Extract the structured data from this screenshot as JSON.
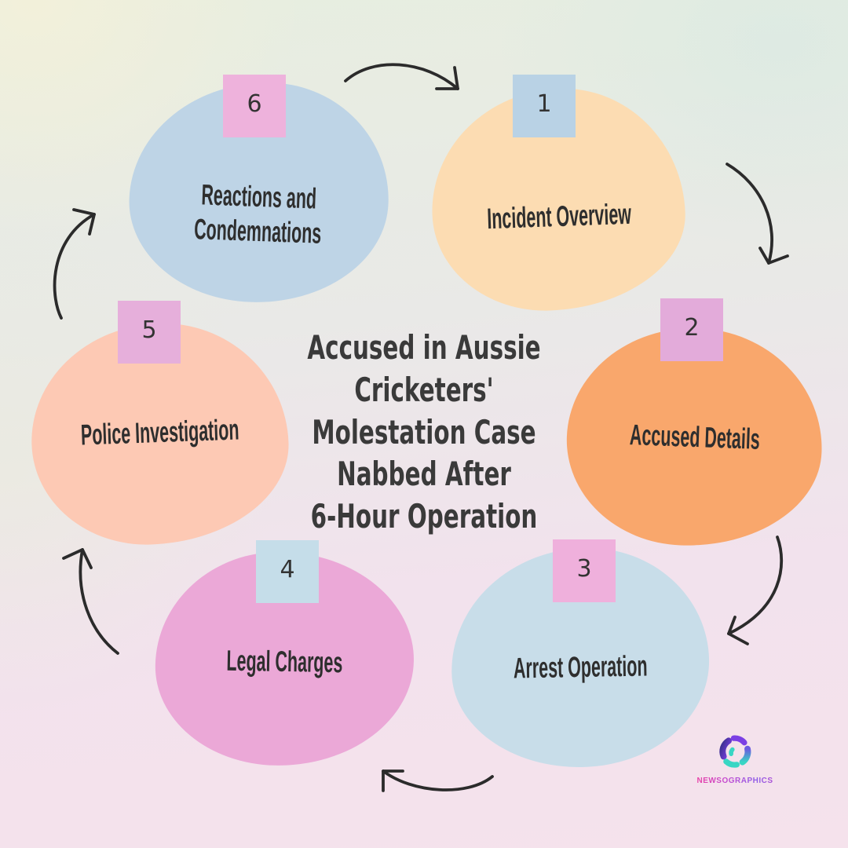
{
  "title": {
    "text": "Accused in Aussie\nCricketers'\nMolestation Case\nNabbed After\n6-Hour Operation"
  },
  "steps": [
    {
      "number": "1",
      "label": "Incident Overview",
      "blob_color": "#fcdcb2",
      "badge_color": "#b9d2e5"
    },
    {
      "number": "2",
      "label": "Accused Details",
      "blob_color": "#f9a76c",
      "badge_color": "#e3abda"
    },
    {
      "number": "3",
      "label": "Arrest Operation",
      "blob_color": "#c8dde9",
      "badge_color": "#efb0dc"
    },
    {
      "number": "4",
      "label": "Legal Charges",
      "blob_color": "#eba8d7",
      "badge_color": "#c5dde9"
    },
    {
      "number": "5",
      "label": "Police Investigation",
      "blob_color": "#fdc9b4",
      "badge_color": "#e6afdb"
    },
    {
      "number": "6",
      "label": "Reactions and Condemnations",
      "blob_color": "#bed4e6",
      "badge_color": "#eeb2dc"
    }
  ],
  "branding": {
    "name": "NEWSOGRAPHICS",
    "icon": "globe-swirl-icon"
  },
  "colors": {
    "text_dark": "#333333",
    "title_text": "#3a3a3a",
    "arrow": "#2b2b2b",
    "background_top_left": "#f1f0de",
    "background_top_right": "#dcebe6",
    "background_bottom": "#f5e2ec",
    "brand_gradient_start": "#f0419f",
    "brand_gradient_end": "#8f5fe8",
    "logo_purple": "#7b3fe4",
    "logo_teal": "#38d6c4"
  }
}
